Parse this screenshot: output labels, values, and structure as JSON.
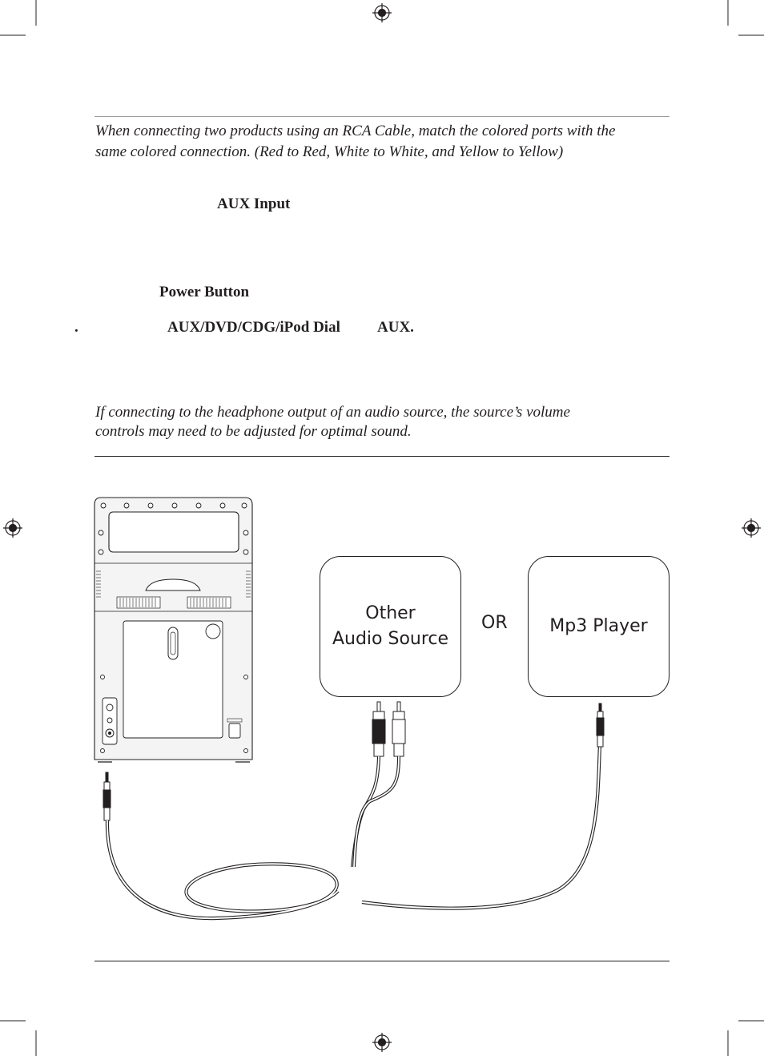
{
  "note_top": {
    "line1": "When connecting two products using an RCA Cable, match the colored ports with the",
    "line2": "same colored connection. (Red to Red, White to White, and Yellow to Yellow)"
  },
  "labels": {
    "aux_input": "AUX Input",
    "power_button": "Power Button",
    "bullet": ".",
    "dial": "AUX/DVD/CDG/iPod Dial",
    "aux": "AUX."
  },
  "note_bottom": {
    "line1": "If connecting to the headphone output of an audio source, the source’s volume",
    "line2": "controls may need to be adjusted for optimal sound."
  },
  "diagram": {
    "other_source_line1": "Other",
    "other_source_line2": "Audio Source",
    "or_label": "OR",
    "mp3_player": "Mp3 Player"
  },
  "colors": {
    "ink": "#231f20",
    "device_fill": "#f4f4f4",
    "cable_gray": "#bdbdbd"
  }
}
